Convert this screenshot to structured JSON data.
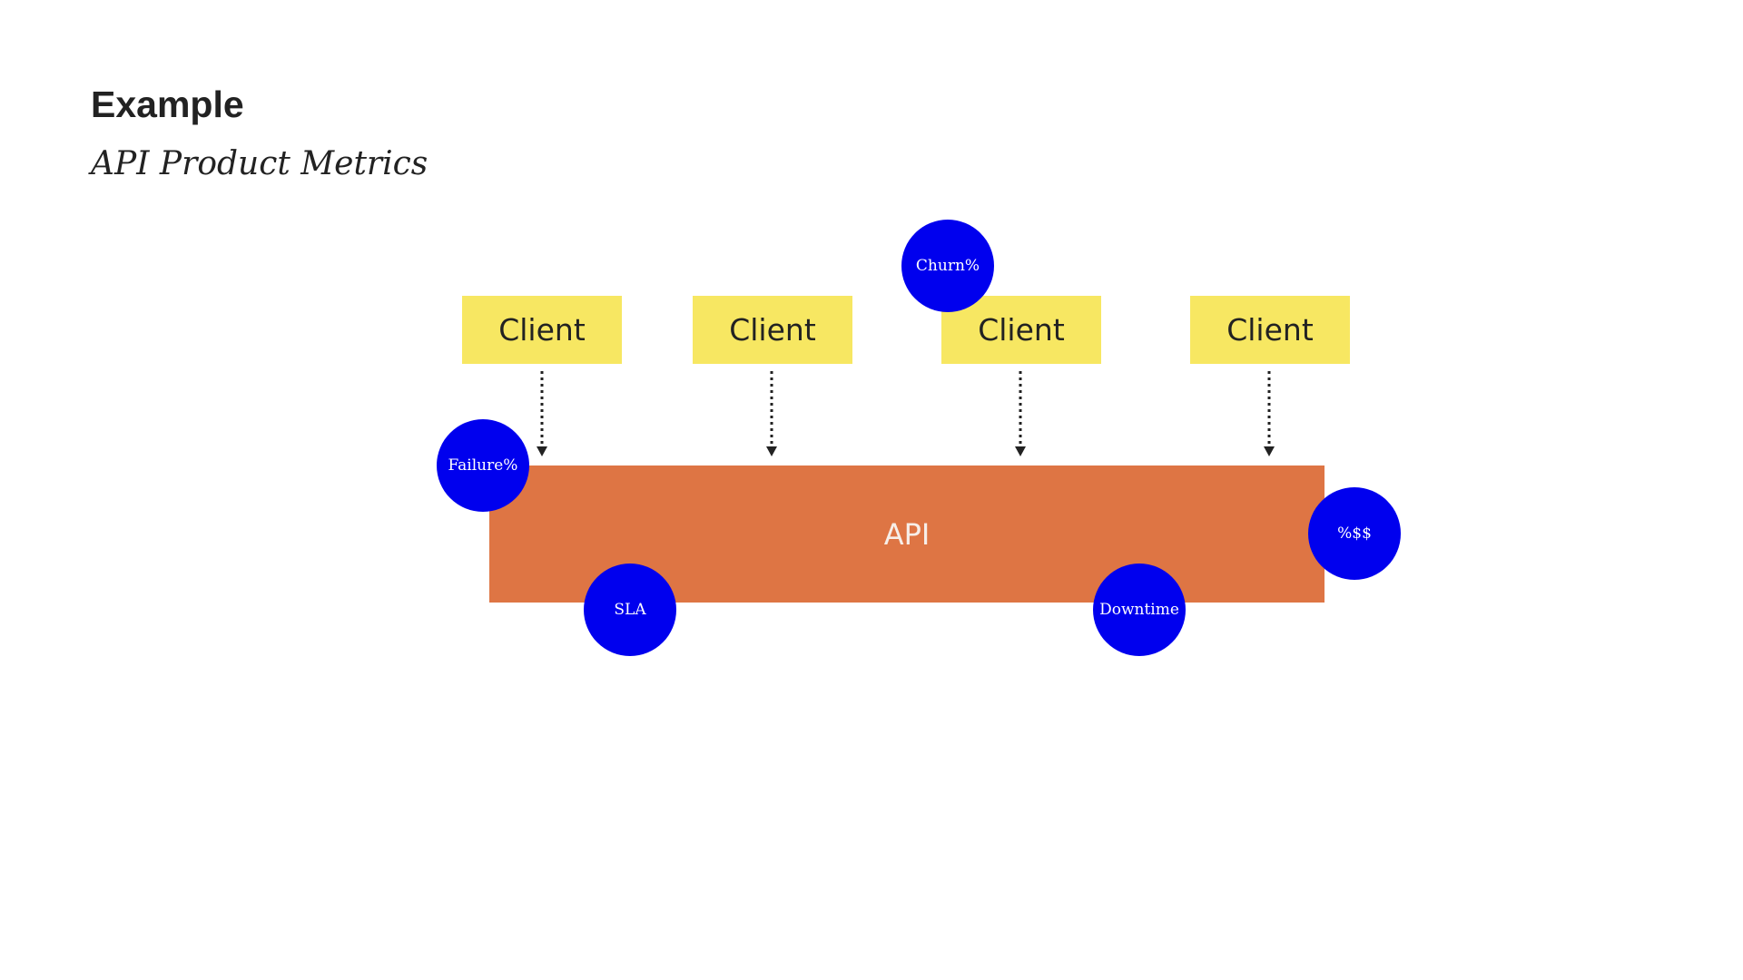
{
  "slide": {
    "heading": "Example",
    "subheading": "API Product Metrics"
  },
  "diagram": {
    "clients": [
      {
        "label": "Client"
      },
      {
        "label": "Client"
      },
      {
        "label": "Client"
      },
      {
        "label": "Client"
      }
    ],
    "api": {
      "label": "API"
    },
    "metrics": {
      "churn": "Churn%",
      "failure": "Failure%",
      "revenue": "%$$",
      "sla": "SLA",
      "downtime": "Downtime"
    },
    "colors": {
      "client_fill": "#f7e762",
      "api_fill": "#de7544",
      "metric_fill": "#0000ee",
      "text_dark": "#222222"
    }
  }
}
